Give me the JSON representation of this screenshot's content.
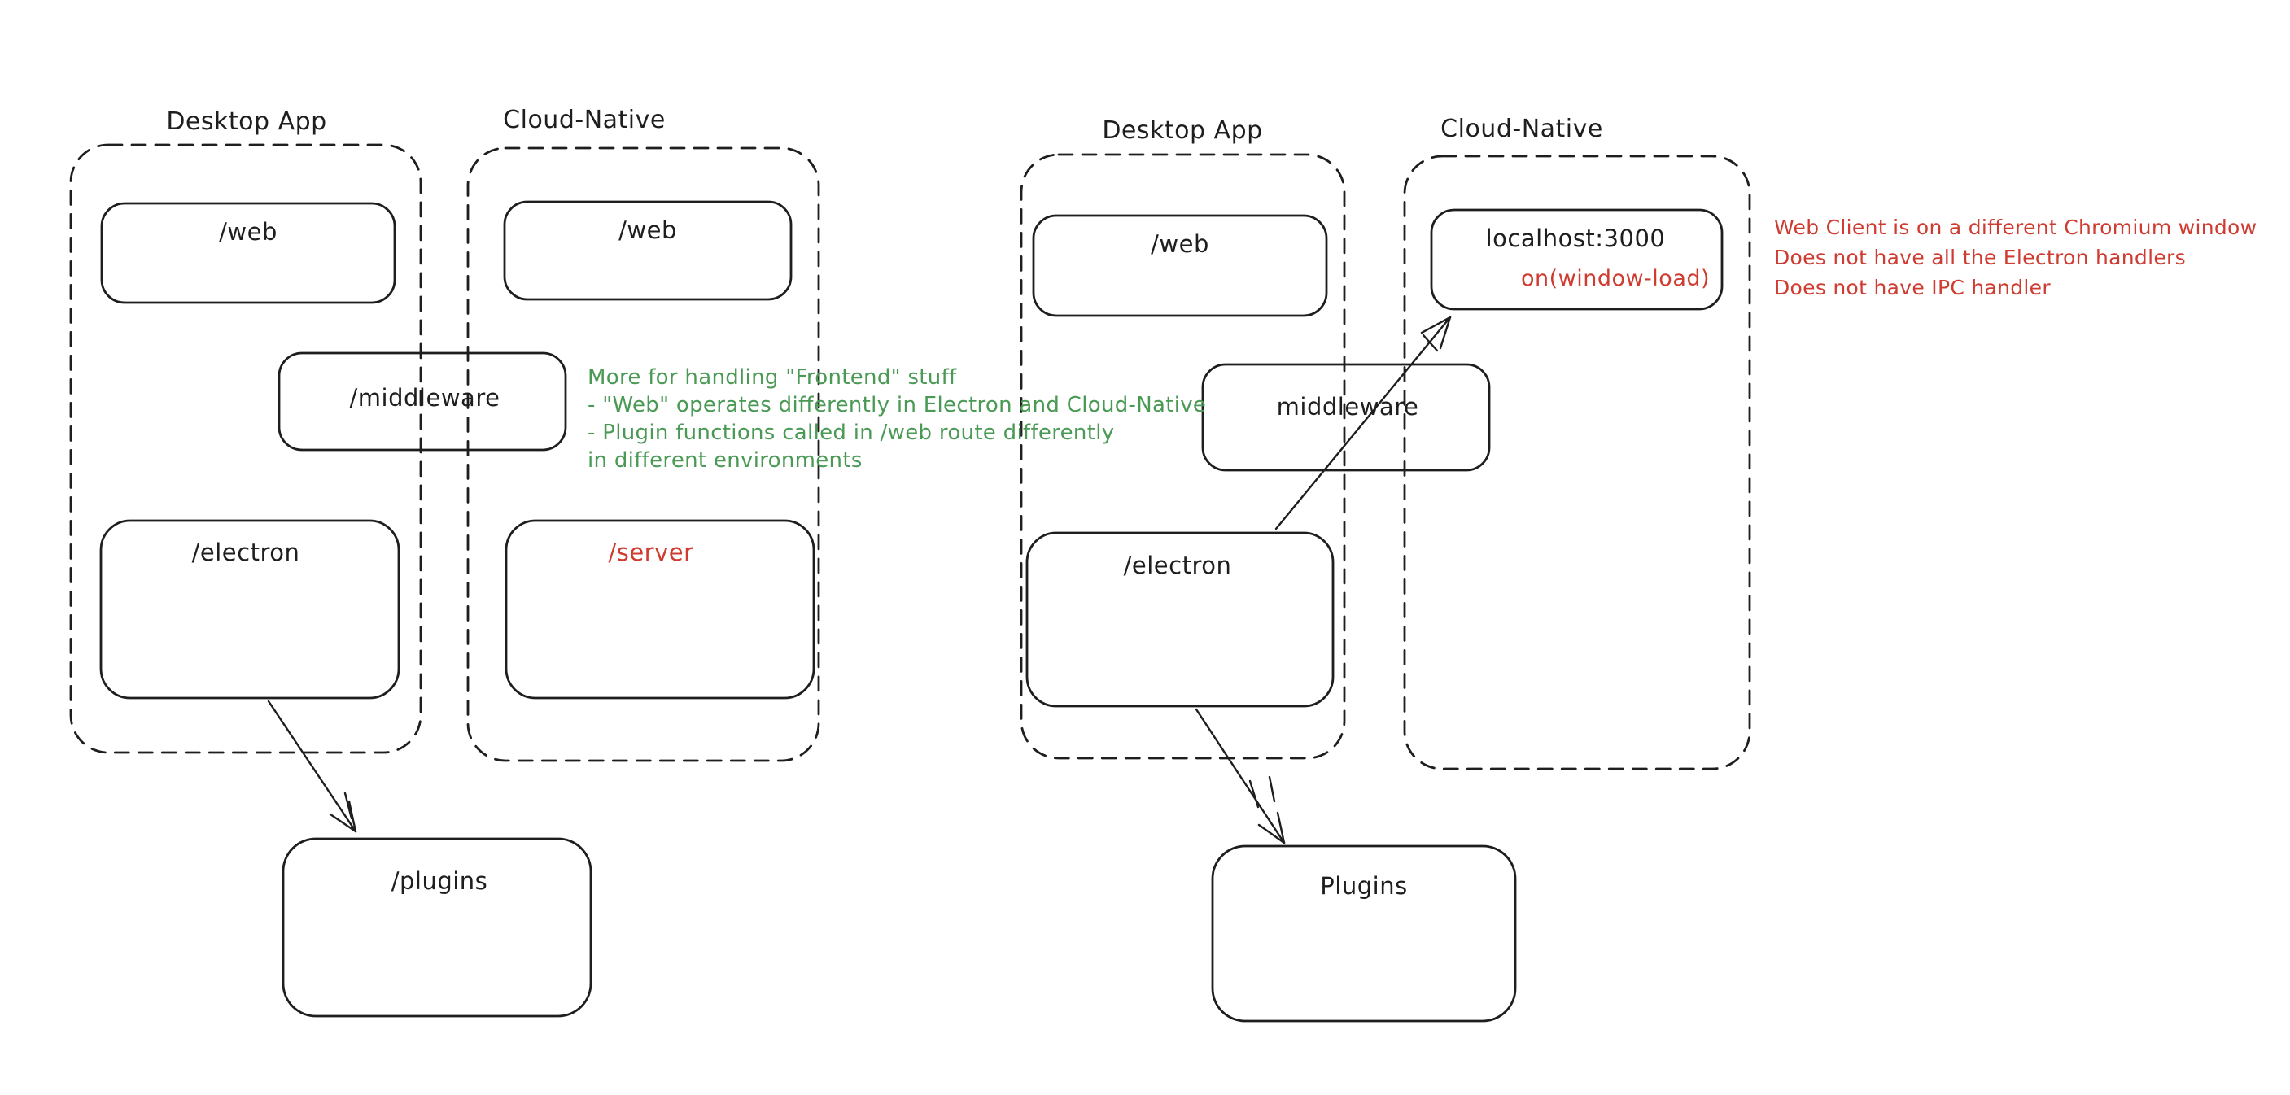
{
  "colors": {
    "ink": "#1e1e1e",
    "green_note": "#4a9a55",
    "red_accent": "#cf3b30",
    "background": "#ffffff"
  },
  "left": {
    "desktop_title": "Desktop App",
    "cloud_title": "Cloud-Native",
    "web_desktop_label": "/web",
    "web_cloud_label": "/web",
    "middleware_label": "/middleware",
    "electron_label": "/electron",
    "server_label": "/server",
    "plugins_label": "/plugins",
    "green_note": [
      "More for handling \"Frontend\" stuff",
      "- \"Web\" operates differently in Electron and Cloud-Native",
      "- Plugin functions called in /web route differently",
      "in different environments"
    ]
  },
  "right": {
    "desktop_title": "Desktop App",
    "cloud_title": "Cloud-Native",
    "web_label": "/web",
    "localhost_label": "localhost:3000",
    "localhost_sub_label": "on(window-load)",
    "middleware_label": "middleware",
    "electron_label": "/electron",
    "plugins_label": "Plugins",
    "red_note": [
      "Web Client is on a different Chromium window",
      "Does not have all the Electron handlers",
      "Does not have IPC handler"
    ]
  }
}
